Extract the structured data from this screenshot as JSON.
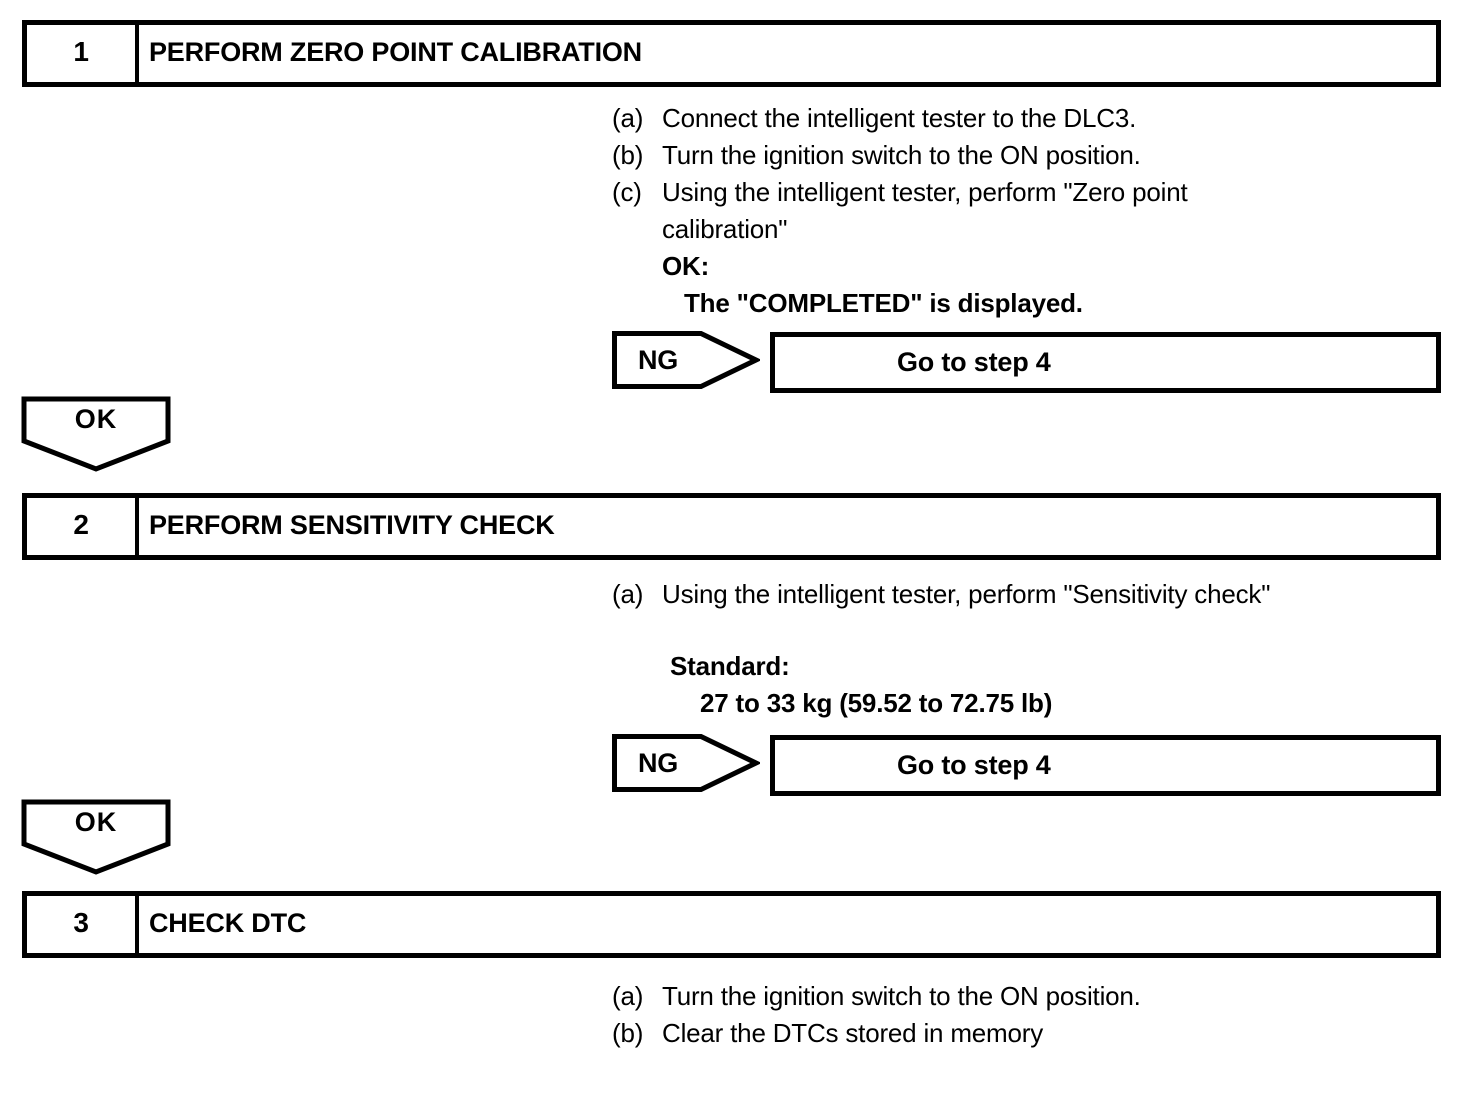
{
  "colors": {
    "ink": "#000000",
    "paper": "#ffffff"
  },
  "steps": [
    {
      "number": "1",
      "title": "PERFORM ZERO POINT CALIBRATION",
      "lines": [
        {
          "label": "(a)",
          "text": "Connect the intelligent tester to the DLC3."
        },
        {
          "label": "(b)",
          "text": "Turn the ignition switch to the ON position."
        },
        {
          "label": "(c)",
          "text": "Using the intelligent tester, perform \"Zero point"
        },
        {
          "label": "",
          "text": "calibration\""
        },
        {
          "label": "",
          "text": "OK:"
        },
        {
          "label": "",
          "text": "The \"COMPLETED\" is displayed."
        }
      ],
      "ng": {
        "label": "NG",
        "action": "Go to step 4"
      },
      "ok_label": "OK"
    },
    {
      "number": "2",
      "title": "PERFORM SENSITIVITY CHECK",
      "lines": [
        {
          "label": "(a)",
          "text": "Using the intelligent tester, perform \"Sensitivity check\""
        }
      ],
      "standard": {
        "heading": "Standard:",
        "value": "27 to 33 kg (59.52 to 72.75 lb)"
      },
      "ng": {
        "label": "NG",
        "action": "Go to step 4"
      },
      "ok_label": "OK"
    },
    {
      "number": "3",
      "title": "CHECK DTC",
      "lines": [
        {
          "label": "(a)",
          "text": "Turn the ignition switch to the ON position."
        },
        {
          "label": "(b)",
          "text": "Clear the DTCs stored in memory"
        }
      ]
    }
  ]
}
